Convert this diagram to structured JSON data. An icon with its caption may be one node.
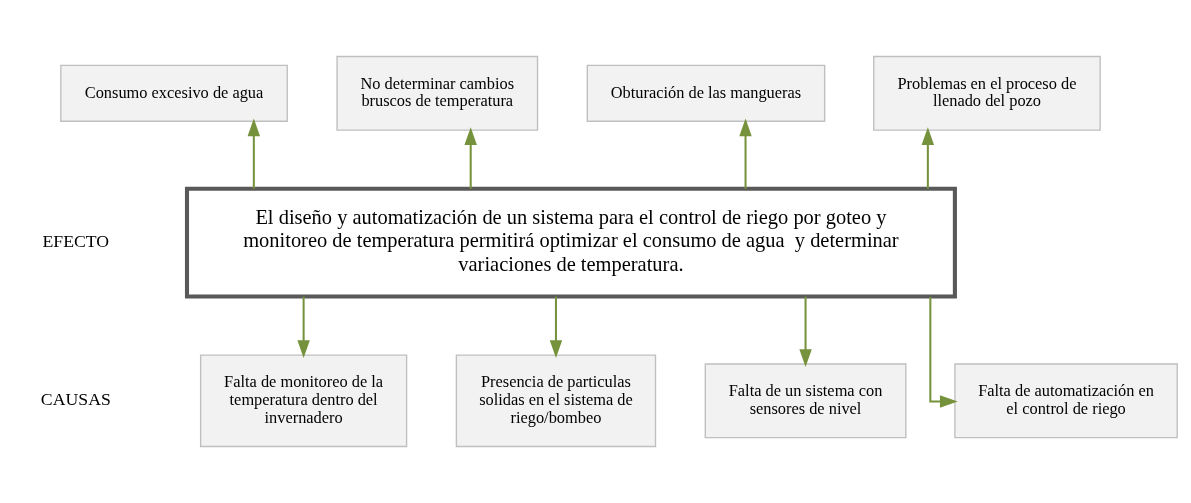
{
  "diagram": {
    "nodes": [
      {
        "text": [
          "Consumo excesivo de agua"
        ]
      },
      {
        "text": [
          "No determinar cambios bruscos de temperatura"
        ]
      },
      {
        "text": [
          "Obturación de las mangueras"
        ]
      },
      {
        "text": [
          "Problemas en el proceso de llenado del pozo"
        ]
      },
      {
        "text": [
          "El diseño y automatización de un sistema para el control de riego por goteo y monitoreo de temperatura permitirá optimizar el consumo de agua  y determinar variaciones de temperatura."
        ]
      },
      {
        "text": [
          "Falta de automatización en el control de riego"
        ]
      },
      {
        "text": [
          "Falta de monitoreo de la temperatura dentro del invernadero"
        ]
      },
      {
        "text": [
          "Presencia de particulas solidas en el sistema de riego/bombeo"
        ]
      },
      {
        "text": [
          "Falta de un sistema con sensores de nivel"
        ]
      }
    ],
    "edges": [
      {
        "from": 4,
        "to": 0,
        "arrow": "to"
      },
      {
        "from": 4,
        "to": 1,
        "arrow": "to"
      },
      {
        "from": 4,
        "to": 2,
        "arrow": "to"
      },
      {
        "from": 4,
        "to": 3,
        "arrow": "to"
      },
      {
        "from": 4,
        "to": 5,
        "arrow": "to"
      },
      {
        "from": 4,
        "to": 6,
        "arrow": "to"
      },
      {
        "from": 4,
        "to": 7,
        "arrow": "to"
      },
      {
        "from": 4,
        "to": 8,
        "arrow": "to"
      }
    ],
    "labels": [
      "EFECTO",
      "CAUSAS"
    ]
  }
}
